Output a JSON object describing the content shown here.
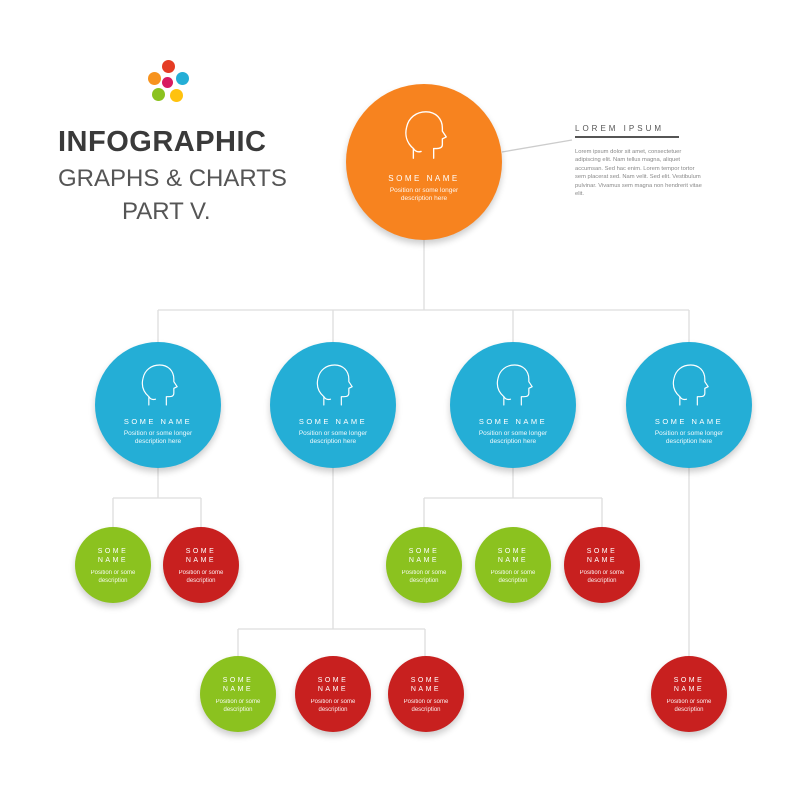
{
  "header": {
    "title": "INFOGRAPHIC",
    "subtitle_line1": "GRAPHS & CHARTS",
    "subtitle_line2": "PART V."
  },
  "side_note": {
    "title": "LOREM IPSUM",
    "body": "Lorem ipsum dolor sit amet, consectetuer adipiscing elit. Nam tellus magna, aliquet accumsan. Sed hac enim. Lorem tempor tortor sem placerat sed. Nam velit. Sed elit. Vestibulum pulvinar. Vivamus sem magna non hendrerit vitae elit."
  },
  "palette": {
    "orange": "#f7831f",
    "blue": "#24aed6",
    "green": "#8bc21f",
    "red": "#c8201f",
    "connector": "#dddddd"
  },
  "logo_dots": [
    "#e53c24",
    "#f7931e",
    "#24aed6",
    "#8bc21f",
    "#d81b60",
    "#ffc20e"
  ],
  "nodes": {
    "top": {
      "name": "SOME NAME",
      "desc": "Position or some longer description here"
    },
    "mid": [
      {
        "name": "SOME NAME",
        "desc": "Position or some longer description here"
      },
      {
        "name": "SOME NAME",
        "desc": "Position or some longer description here"
      },
      {
        "name": "SOME NAME",
        "desc": "Position or some longer description here"
      },
      {
        "name": "SOME NAME",
        "desc": "Position or some longer description here"
      }
    ],
    "small": [
      {
        "name": "SOME NAME",
        "desc": "Position or some description"
      },
      {
        "name": "SOME NAME",
        "desc": "Position or some description"
      },
      {
        "name": "SOME NAME",
        "desc": "Position or some description"
      },
      {
        "name": "SOME NAME",
        "desc": "Position or some description"
      },
      {
        "name": "SOME NAME",
        "desc": "Position or some description"
      },
      {
        "name": "SOME NAME",
        "desc": "Position or some description"
      },
      {
        "name": "SOME NAME",
        "desc": "Position or some description"
      },
      {
        "name": "SOME NAME",
        "desc": "Position or some description"
      },
      {
        "name": "SOME NAME",
        "desc": "Position or some description"
      }
    ]
  }
}
